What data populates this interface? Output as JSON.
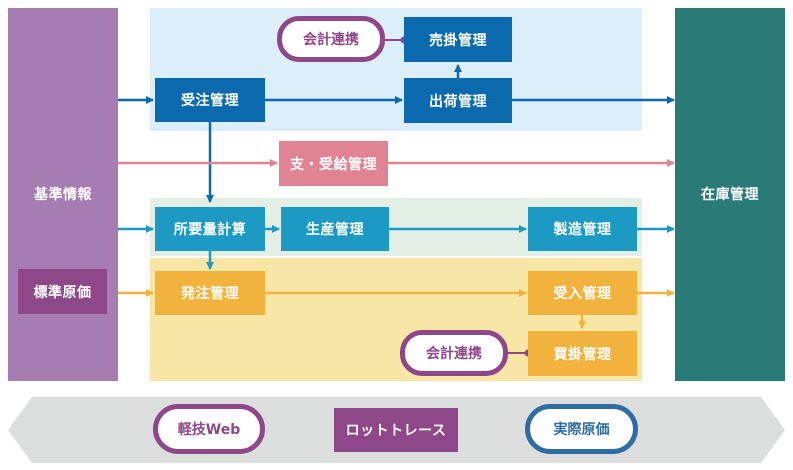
{
  "colors": {
    "purple_master": "#a57db3",
    "purple_dark": "#8e4788",
    "blue": "#0a6aad",
    "blue_bg": "#dbeef9",
    "pink": "#e08494",
    "teal_box": "#1c9ac3",
    "green_bg": "#e3efe4",
    "orange": "#f2b23e",
    "orange_bg": "#f8e6a6",
    "inventory": "#2a7a78",
    "banner": "#dcdddd",
    "navy_outline": "#2e6da4"
  },
  "nodes": {
    "master_info": "基準情報",
    "standard_cost": "標準原価",
    "inventory_mgmt": "在庫管理",
    "order_receipt_mgmt": "受注管理",
    "sales_ar_mgmt": "売掛管理",
    "shipping_mgmt": "出荷管理",
    "payment_mgmt": "支・受給管理",
    "mrp": "所要量計算",
    "production_mgmt": "生産管理",
    "manufacturing_mgmt": "製造管理",
    "purchase_order_mgmt": "発注管理",
    "receiving_mgmt": "受入管理",
    "purchase_ap_mgmt": "買掛管理",
    "accounting_link_top": "会計連携",
    "accounting_link_bottom": "会計連携"
  },
  "banner": {
    "light_web": "軽技Web",
    "lot_trace": "ロットトレース",
    "actual_cost": "実際原価"
  }
}
